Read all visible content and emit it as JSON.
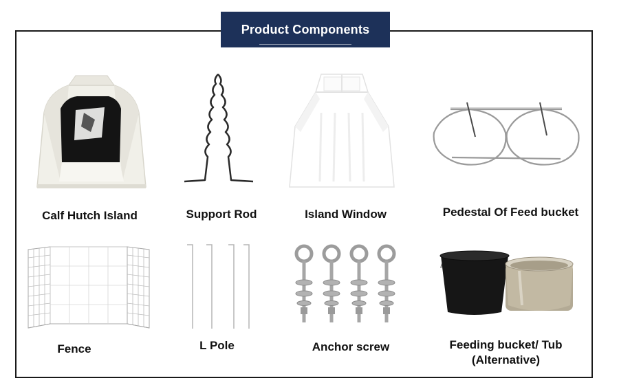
{
  "header": {
    "title": "Product Components"
  },
  "components": [
    {
      "label": "Calf Hutch Island",
      "icon": "calf-hutch-image"
    },
    {
      "label": "Support Rod",
      "icon": "support-rod-image"
    },
    {
      "label": "Island Window",
      "icon": "island-window-image"
    },
    {
      "label": "Pedestal Of Feed bucket",
      "icon": "bucket-pedestal-image"
    },
    {
      "label": "Fence",
      "icon": "fence-image"
    },
    {
      "label": "L Pole",
      "icon": "l-pole-image"
    },
    {
      "label": "Anchor screw",
      "icon": "anchor-screw-image"
    },
    {
      "label": "Feeding bucket/ Tub",
      "label_line2": "(Alternative)",
      "icon": "feeding-bucket-image"
    }
  ],
  "colors": {
    "badge": "#1d3159",
    "border": "#1a1a1a",
    "text": "#111111"
  }
}
